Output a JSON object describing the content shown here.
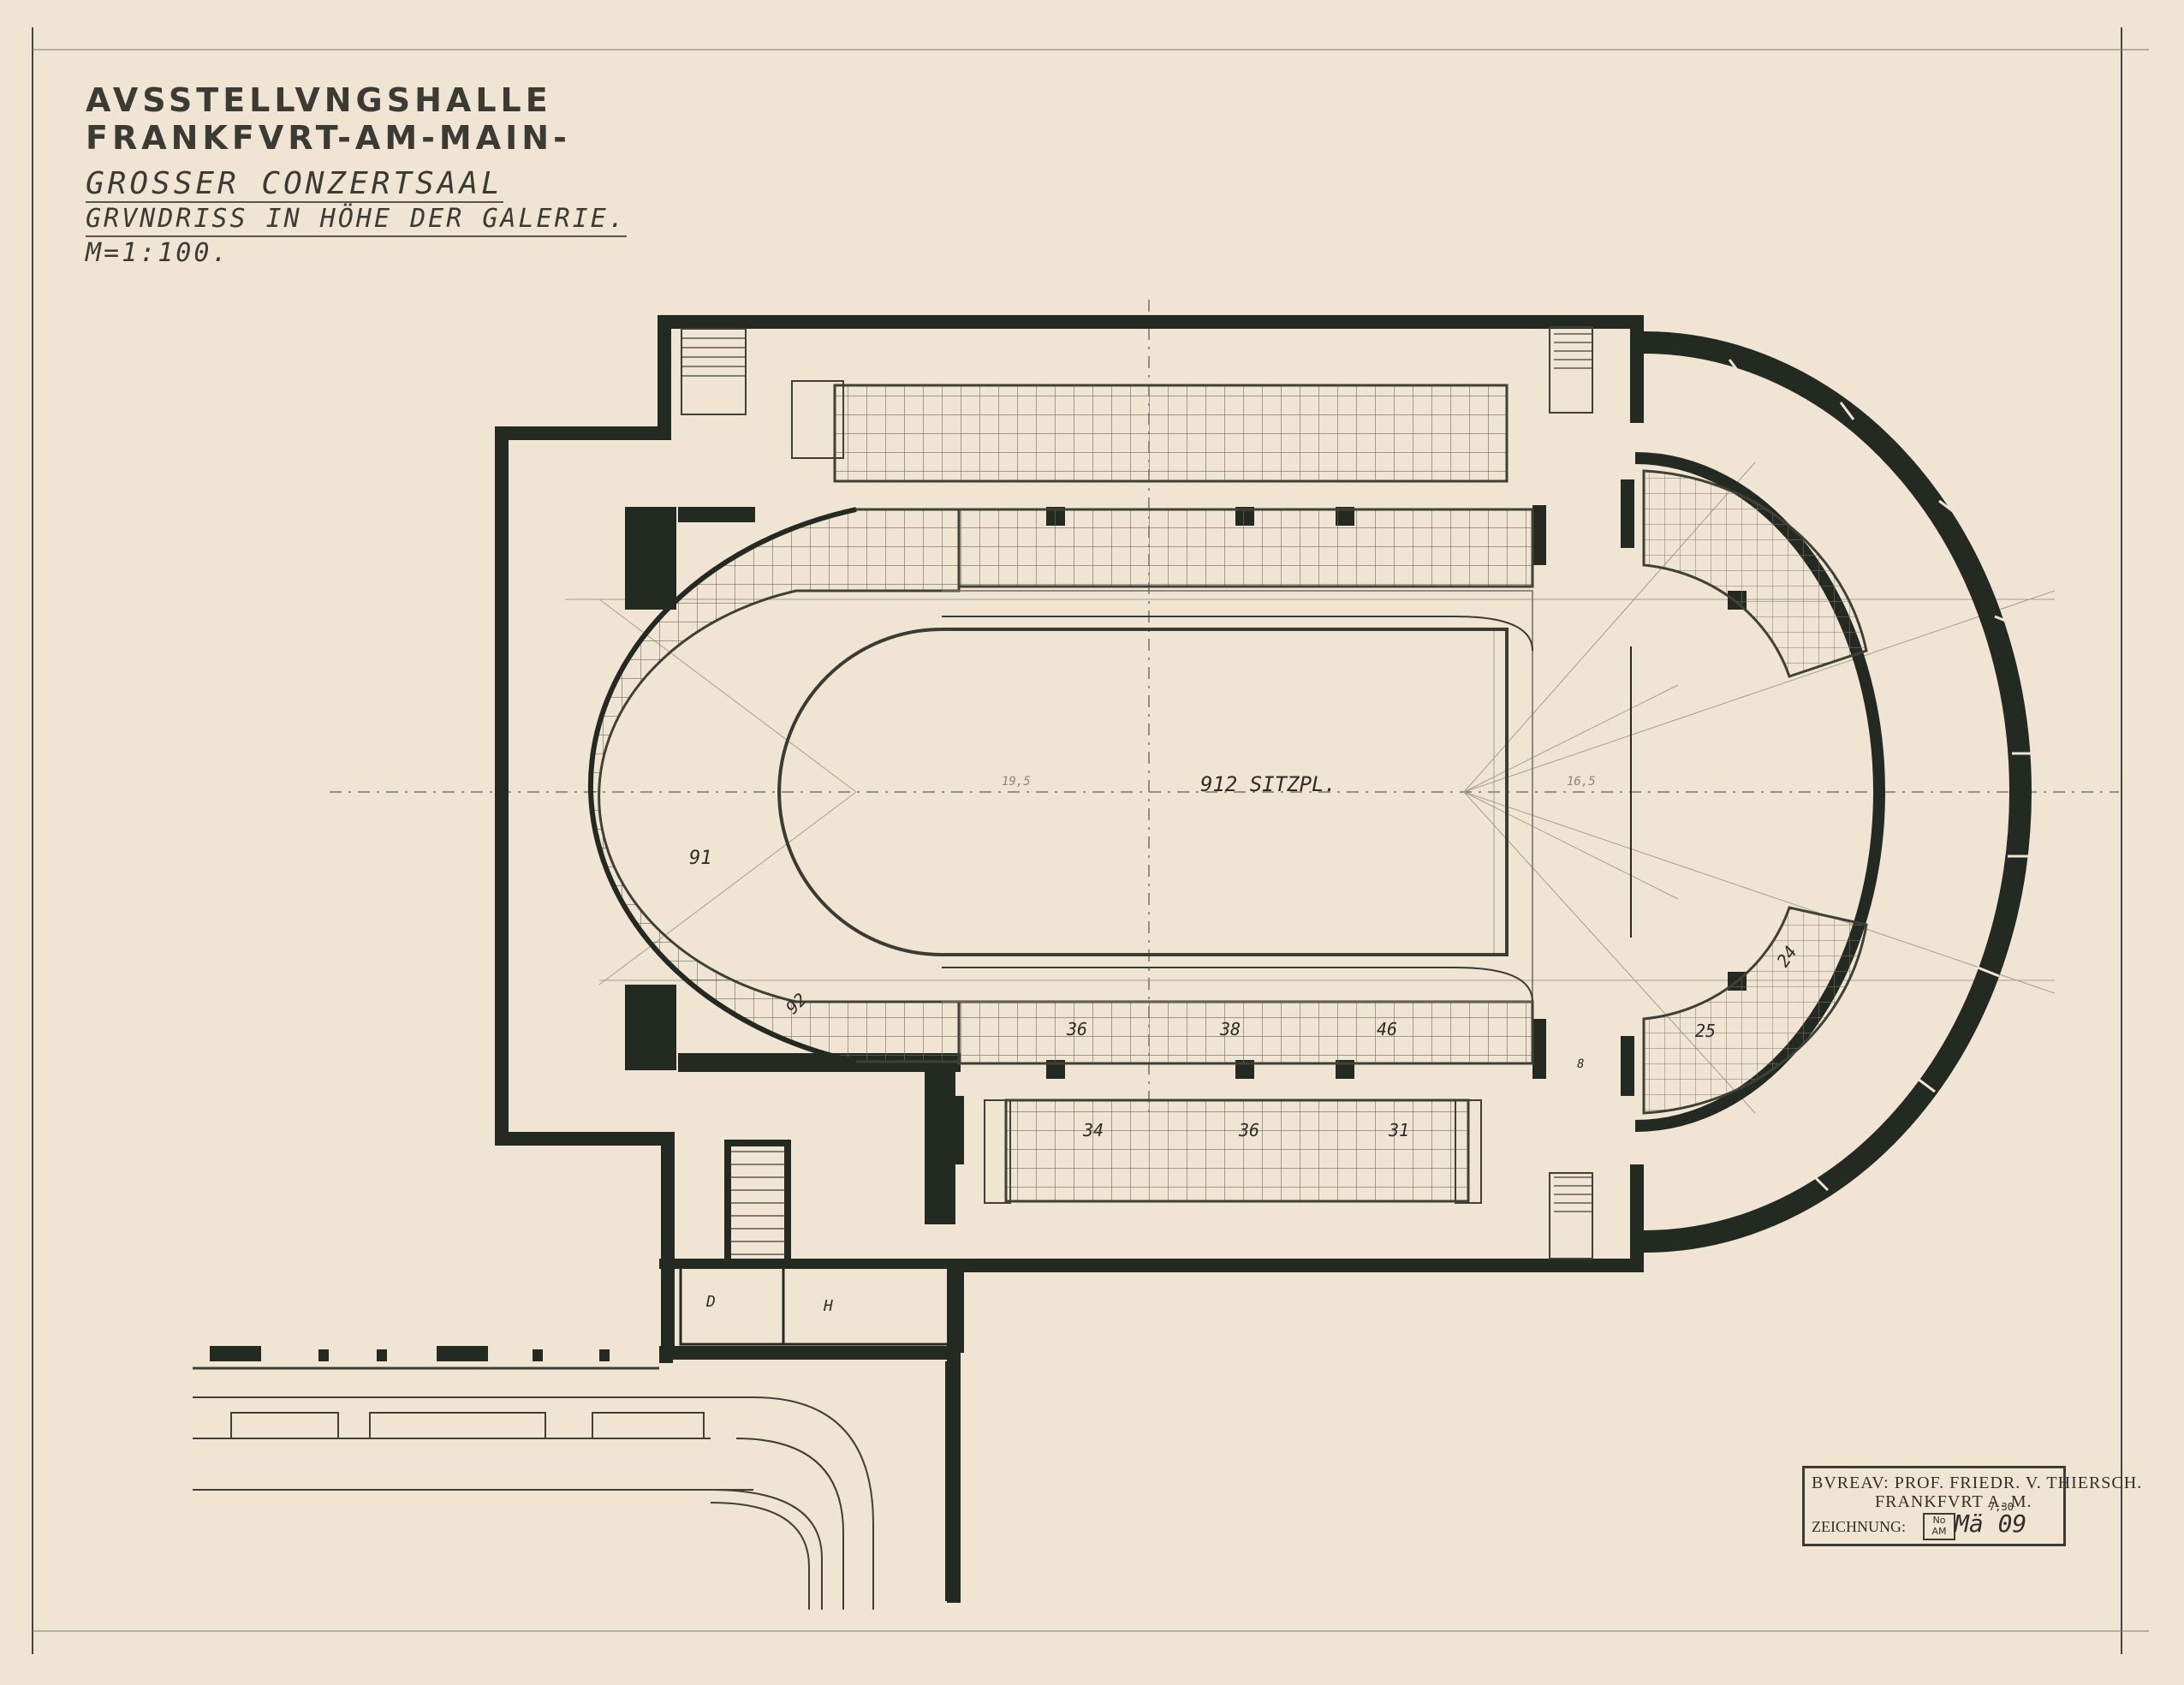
{
  "title": {
    "line1": "AVSSTELLVNGSHALLE",
    "line2": "FRANKFVRT-AM-MAIN-",
    "line3": "GROSSER CONZERTSAAL",
    "line4": "GRVNDRISS IN HÖHE DER GALERIE.",
    "scale": "M=1:100."
  },
  "plan_labels": {
    "seats_total": "912 SITZPL.",
    "block_a": "91",
    "block_b": "92",
    "block_c": "36",
    "block_d": "38",
    "block_e": "46",
    "block_f": "34",
    "block_g": "36",
    "block_h": "31",
    "block_i": "24",
    "block_j": "25",
    "wc_d": "D",
    "wc_h": "H",
    "dim_left": "19,5",
    "dim_right": "16,5",
    "mark_8": "8"
  },
  "stamp": {
    "office": "BVREAV: PROF. FRIEDR. V. THIERSCH.",
    "city": "FRANKFVRT A. M.",
    "drawing_label": "ZEICHNUNG:",
    "number_box": "No AM",
    "number": "Mä 09",
    "number_sup": "7,30"
  },
  "colors": {
    "paper": "#efe5d2",
    "ink": "#232a22",
    "pencil": "#8c8a7c"
  }
}
